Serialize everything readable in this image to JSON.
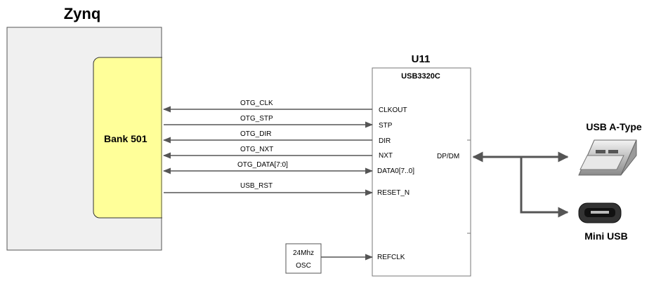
{
  "zynq": {
    "title": "Zynq",
    "bank_label": "Bank 501"
  },
  "chip": {
    "ref": "U11",
    "part": "USB3320C",
    "pins": [
      "CLKOUT",
      "STP",
      "DIR",
      "NXT",
      "DATA0[7..0]",
      "RESET_N"
    ],
    "usb_pin": "DP/DM",
    "refclk_pin": "REFCLK"
  },
  "signals": [
    {
      "name": "OTG_CLK",
      "direction": "to-zynq"
    },
    {
      "name": "OTG_STP",
      "direction": "to-chip"
    },
    {
      "name": "OTG_DIR",
      "direction": "to-zynq"
    },
    {
      "name": "OTG_NXT",
      "direction": "to-zynq"
    },
    {
      "name": "OTG_DATA[7:0]",
      "direction": "bidirectional"
    },
    {
      "name": "USB_RST",
      "direction": "to-chip"
    }
  ],
  "oscillator": {
    "freq": "24Mhz",
    "label": "OSC"
  },
  "connectors": {
    "a_type": "USB A-Type",
    "mini": "Mini USB"
  },
  "colors": {
    "zynq_fill": "#f0f0f0",
    "bank_fill": "#ffff99",
    "chip_fill": "#ffffff",
    "wire": "#555555"
  }
}
